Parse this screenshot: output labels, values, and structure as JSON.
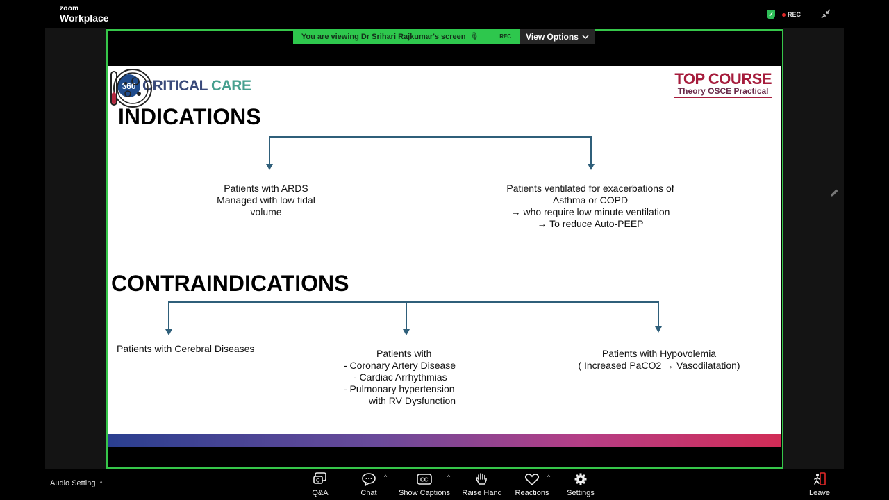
{
  "app": {
    "brand_small": "zoom",
    "brand_large": "Workplace"
  },
  "top_right": {
    "rec_label": "REC"
  },
  "share": {
    "banner_text": "You are viewing  Dr Srihari Rajkumar's screen",
    "banner_rec": "REC",
    "view_options_label": "View Options"
  },
  "slide": {
    "logo_left_badge": "360",
    "logo_left_text": "CRITICAL",
    "logo_left_text2": "CARE",
    "logo_right_line1": "TOP COURSE",
    "logo_right_line2": "Theory OSCE Practical",
    "indications_title": "INDICATIONS",
    "ind_left": [
      "Patients with ARDS",
      "Managed with low tidal",
      "volume"
    ],
    "ind_right": [
      "Patients ventilated for exacerbations of",
      "Asthma or COPD",
      "→  who require low minute ventilation",
      "→  To reduce Auto-PEEP"
    ],
    "contraindications_title": "CONTRAINDICATIONS",
    "contra_left": "Patients with Cerebral Diseases",
    "contra_mid": [
      "Patients with",
      "-     Coronary Artery Disease",
      "-     Cardiac Arrhythmias",
      "-     Pulmonary hypertension",
      "with RV Dysfunction"
    ],
    "contra_right": [
      "Patients with Hypovolemia",
      "( Increased PaCO2 → Vasodilatation)"
    ]
  },
  "toolbar": {
    "audio_setting": "Audio Setting",
    "qa": "Q&A",
    "chat": "Chat",
    "show_captions": "Show Captions",
    "raise_hand": "Raise Hand",
    "reactions": "Reactions",
    "settings": "Settings",
    "leave": "Leave"
  }
}
